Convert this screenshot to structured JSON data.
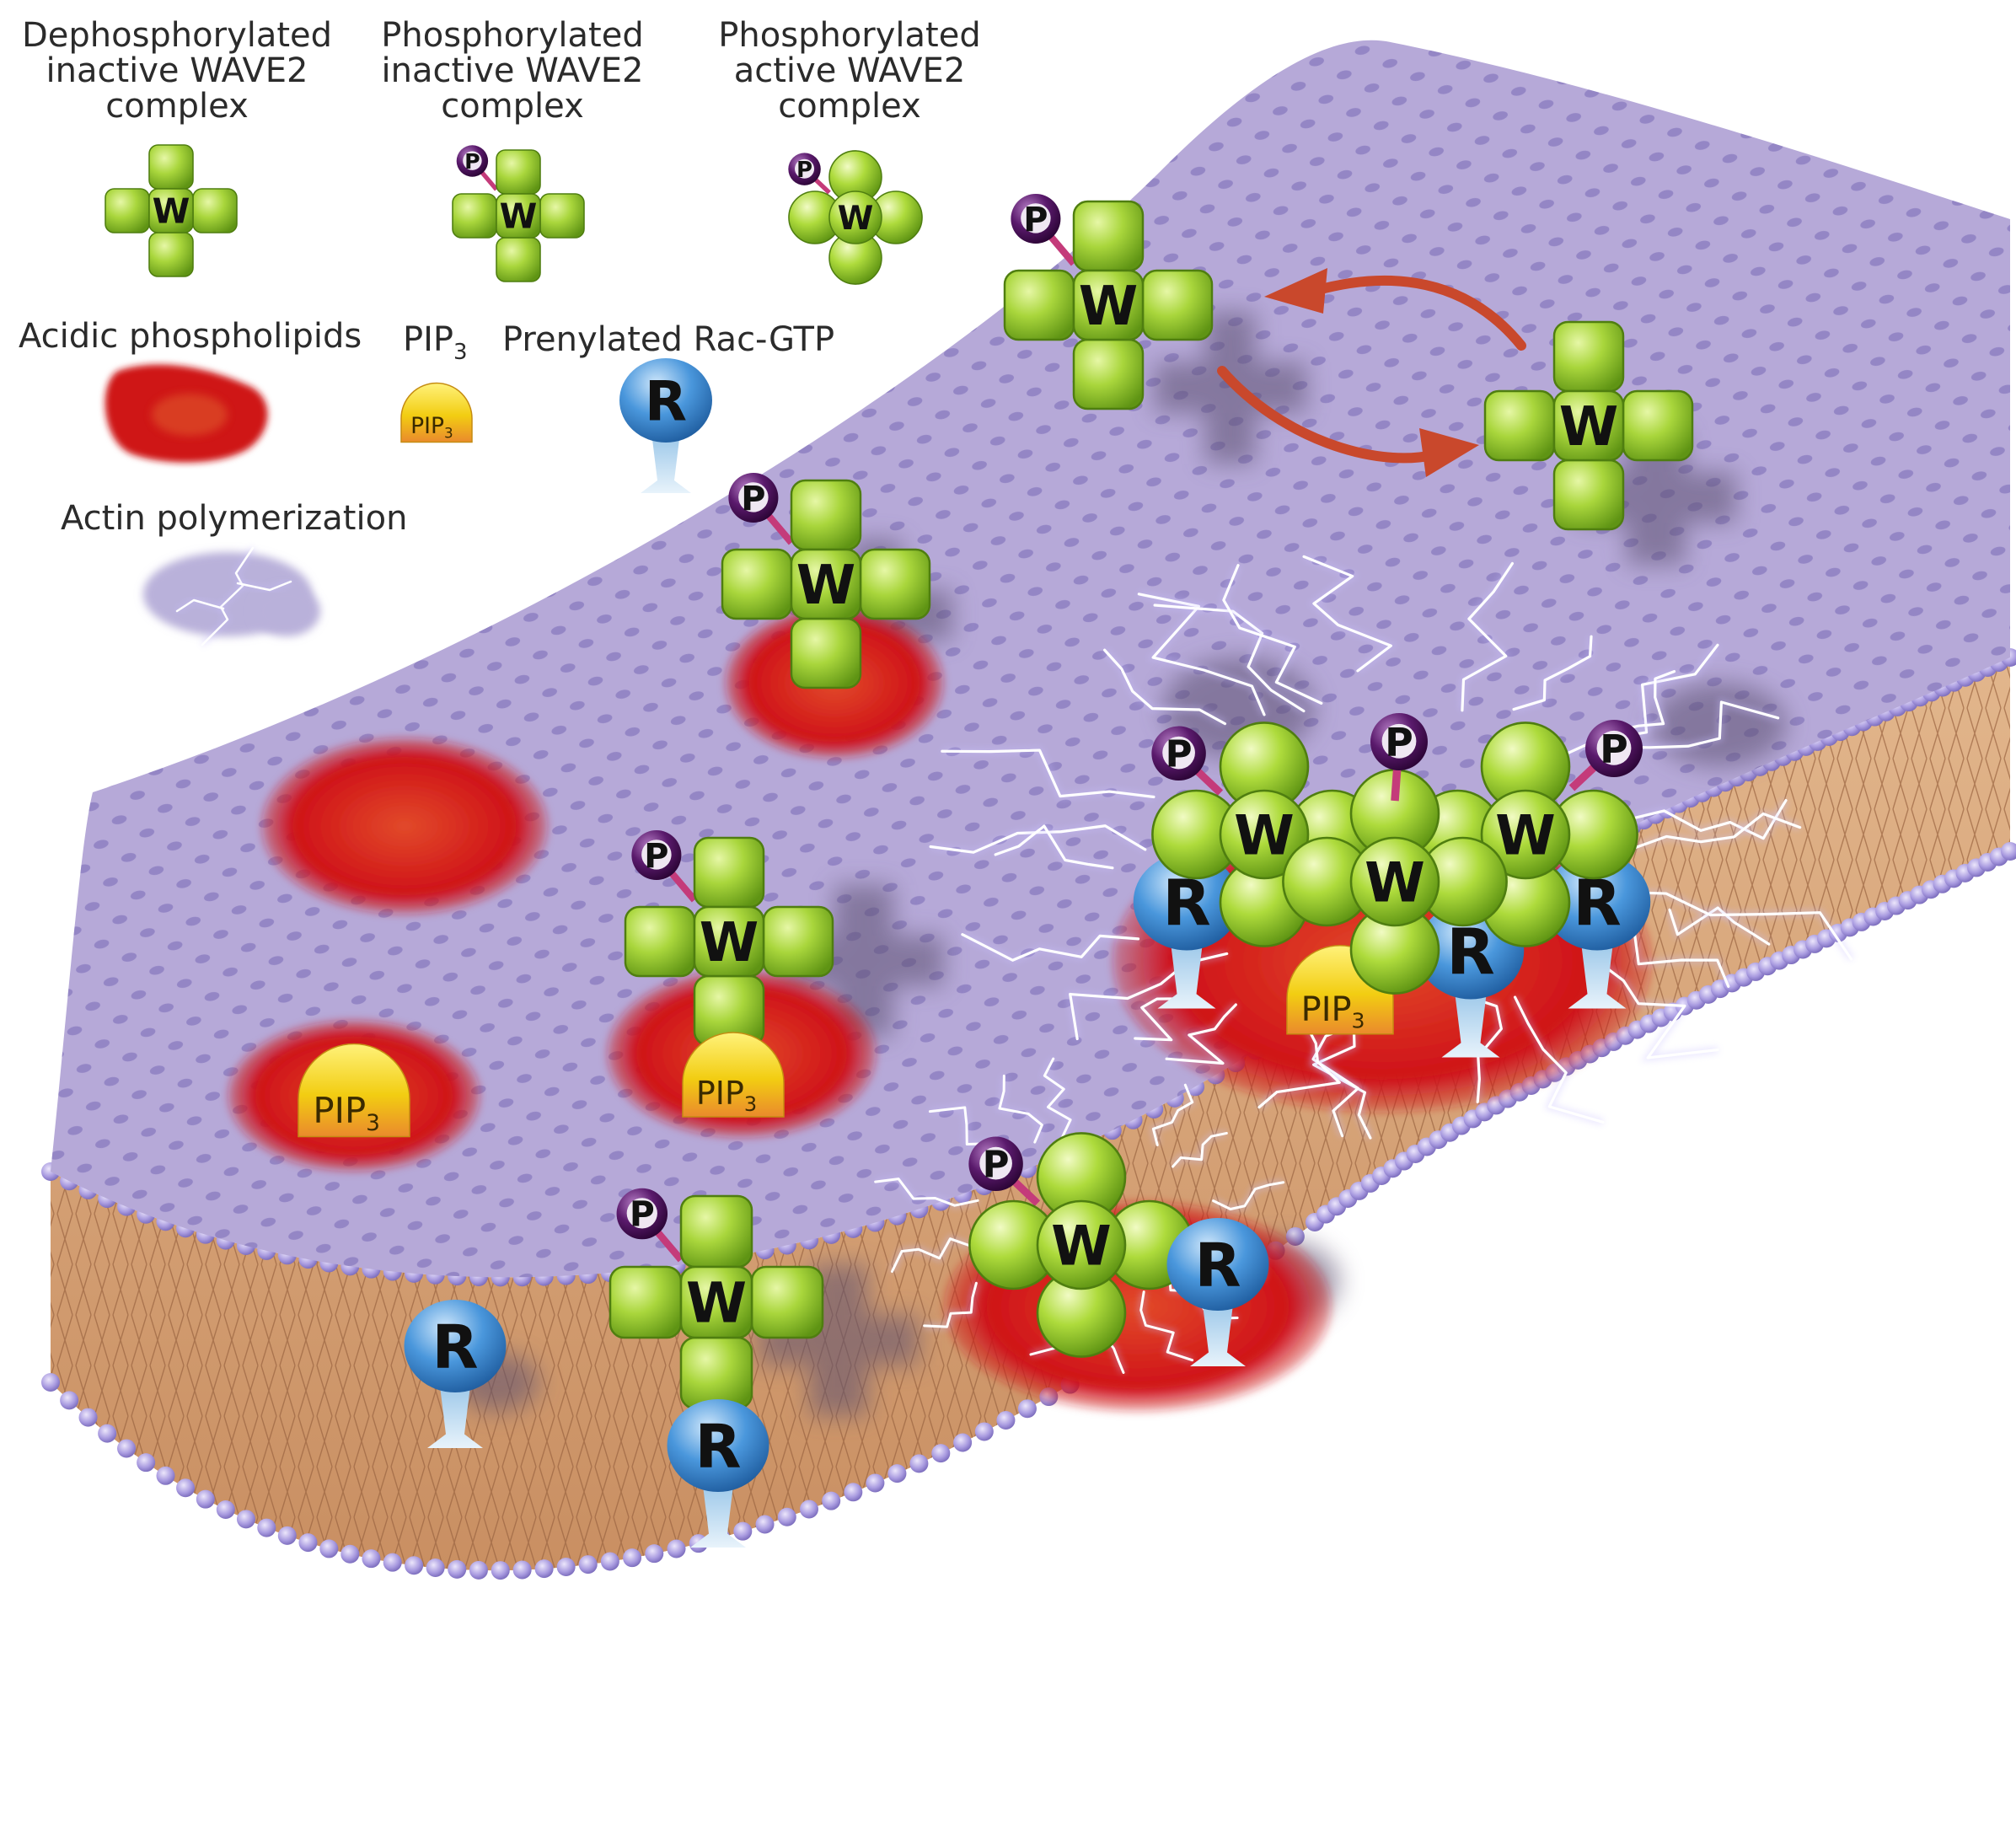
{
  "legend": {
    "dephosphorylated": [
      "Dephosphorylated",
      "inactive WAVE2",
      "complex"
    ],
    "phosphorylated_inactive": [
      "Phosphorylated",
      "inactive WAVE2",
      "complex"
    ],
    "phosphorylated_active": [
      "Phosphorylated",
      "active WAVE2",
      "complex"
    ],
    "acidic_phospholipids": "Acidic phospholipids",
    "pip3_base": "PIP",
    "pip3_sub": "3",
    "rac": "Prenylated Rac-GTP",
    "actin": "Actin polymerization"
  },
  "marks": {
    "wave": "W",
    "phospho": "P",
    "rac": "R",
    "pip_base": "PIP",
    "pip_sub": "3"
  },
  "colors": {
    "membrane": "#b2a5d6",
    "membrane_dot": "#8d7fc0",
    "bilayer": "#d9a97f",
    "lipid_head": "#a89ad6",
    "wave_green": "#9ed03a",
    "phospho_purple": "#4b1459",
    "rac_blue": "#3d8ed6",
    "phospholipid_red": "#d4151c",
    "pip_yellow": "#f2d21a",
    "arrow": "#c9482c"
  }
}
